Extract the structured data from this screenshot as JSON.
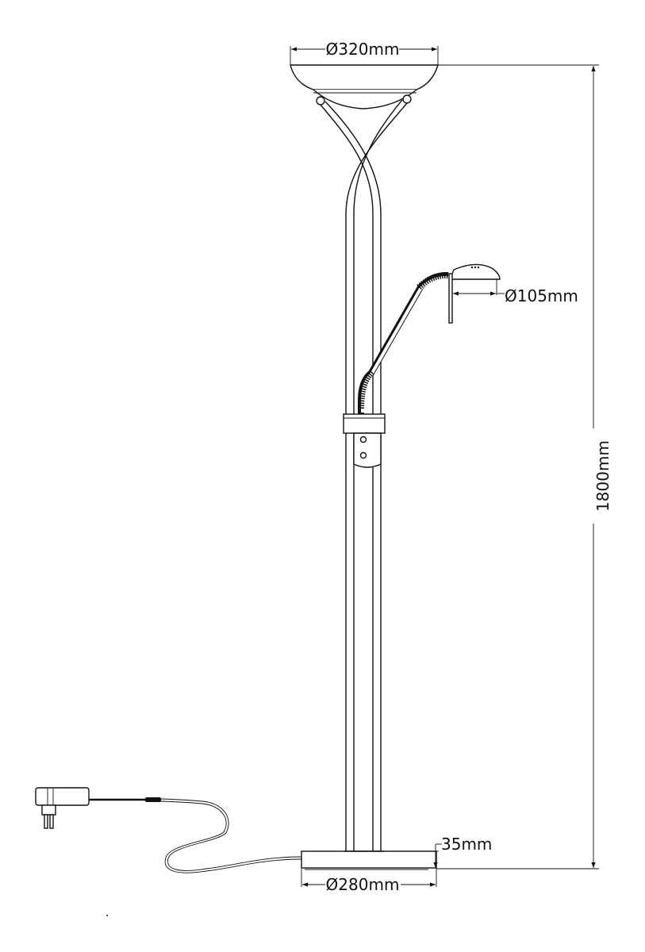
{
  "dimensions": {
    "shade_diameter": "Ø320mm",
    "reading_head_diameter": "Ø105mm",
    "total_height": "1800mm",
    "base_height": "35mm",
    "base_diameter": "Ø280mm"
  },
  "colors": {
    "line": "#111111",
    "background": "#ffffff"
  }
}
